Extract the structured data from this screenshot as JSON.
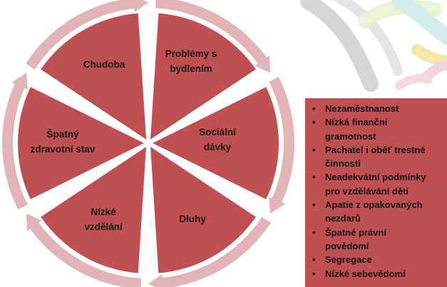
{
  "diagram": {
    "segments": [
      {
        "id": "chudoba",
        "lines": [
          "Chudoba"
        ]
      },
      {
        "id": "problemy-s-bydlenim",
        "lines": [
          "Problémy s",
          "bydlením"
        ]
      },
      {
        "id": "socialni-davky",
        "lines": [
          "Sociální",
          "dávky"
        ]
      },
      {
        "id": "dluhy",
        "lines": [
          "Dluhy"
        ]
      },
      {
        "id": "nizke-vzdelani",
        "lines": [
          "Nízké",
          "vzdělání"
        ]
      },
      {
        "id": "spatny-zdravotni-stav",
        "lines": [
          "Špatný",
          "zdravotní stav"
        ]
      }
    ]
  },
  "panel": {
    "bullet_glyph": "•",
    "items": [
      {
        "lines": [
          "Nezaměstnanost"
        ]
      },
      {
        "lines": [
          "Nízká finanční",
          "gramotnost"
        ]
      },
      {
        "lines": [
          "Pachatel i oběť trestné",
          "činnosti"
        ]
      },
      {
        "lines": [
          "Neadekvátní podmínky",
          "pro vzdělávání dětí"
        ]
      },
      {
        "lines": [
          "Apatie z opakovaných",
          "nezdarů"
        ]
      },
      {
        "lines": [
          "Špatné právní",
          "povědomí"
        ]
      },
      {
        "lines": [
          "Segregace"
        ]
      },
      {
        "lines": [
          "Nízké sebevědomí"
        ]
      }
    ]
  },
  "colors": {
    "segment_fill": "#bf4f51",
    "arrow_ring": "#e2b4b5",
    "panel_fill": "#bf4f51",
    "text": "#1a1a1a"
  }
}
